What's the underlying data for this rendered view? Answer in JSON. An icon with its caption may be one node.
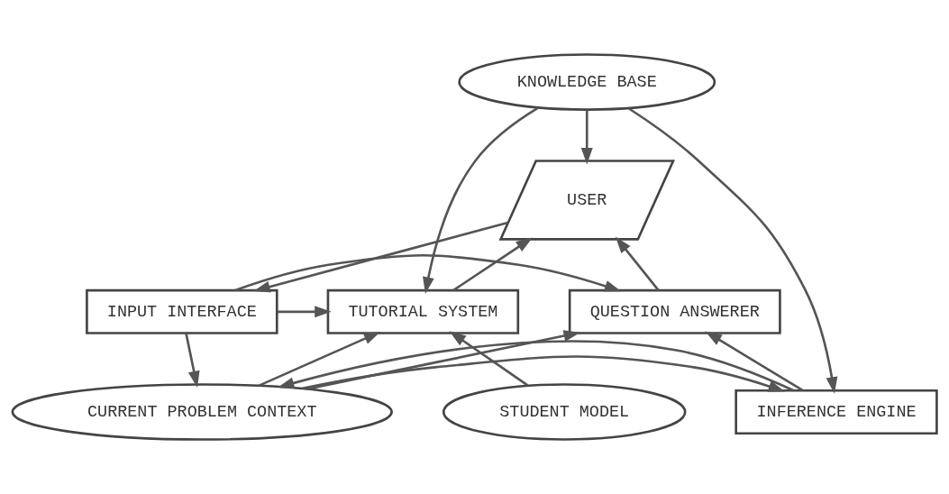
{
  "diagram": {
    "nodes": [
      {
        "text": [
          "USER"
        ]
      },
      {
        "text": [
          "TUTORIAL SYSTEM"
        ]
      },
      {
        "text": [
          "INPUT INTERFACE"
        ]
      },
      {
        "text": [
          "QUESTION ANSWERER"
        ]
      },
      {
        "text": [
          "STUDENT MODEL"
        ]
      },
      {
        "text": [
          "CURRENT PROBLEM CONTEXT"
        ]
      },
      {
        "text": [
          "INFERENCE ENGINE"
        ]
      },
      {
        "text": [
          "KNOWLEDGE BASE"
        ]
      }
    ],
    "edges": [
      {
        "from": 1,
        "to": 0,
        "arrow": "to"
      },
      {
        "from": 0,
        "to": 2,
        "arrow": "to"
      },
      {
        "from": 3,
        "to": 0,
        "arrow": "to"
      },
      {
        "from": 2,
        "to": 1,
        "arrow": "to"
      },
      {
        "from": 2,
        "to": 3,
        "arrow": "to"
      },
      {
        "from": 2,
        "to": 5,
        "arrow": "to"
      },
      {
        "from": 4,
        "to": 1,
        "arrow": "to"
      },
      {
        "from": 7,
        "to": 1,
        "arrow": "to"
      },
      {
        "from": 5,
        "to": 1,
        "arrow": "to"
      },
      {
        "from": 5,
        "to": 3,
        "arrow": "to"
      },
      {
        "from": 5,
        "to": 6,
        "arrow": "to"
      },
      {
        "from": 6,
        "to": 5,
        "arrow": "to"
      },
      {
        "from": 7,
        "to": 6,
        "arrow": "to"
      },
      {
        "from": 6,
        "to": 3,
        "arrow": "to"
      },
      {
        "from": 7,
        "to": 0,
        "arrow": "to"
      }
    ]
  }
}
